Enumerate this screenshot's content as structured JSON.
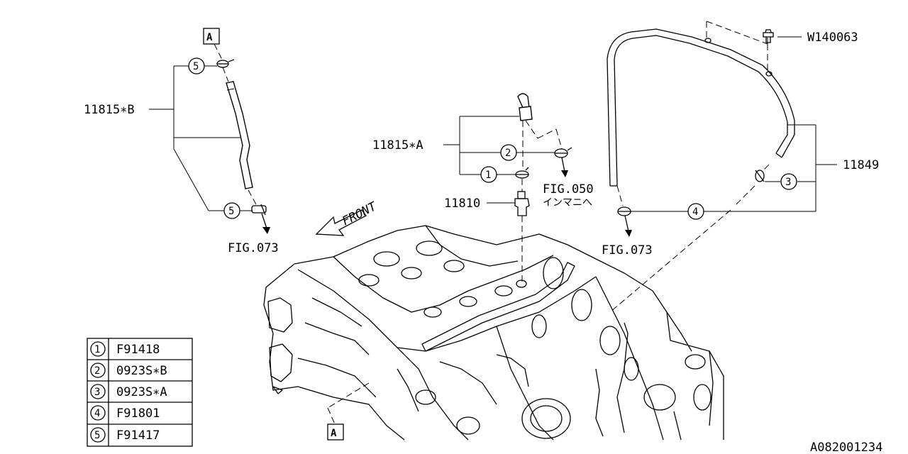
{
  "labels": {
    "part_b": "11815∗B",
    "part_a": "11815∗A",
    "part_11810": "11810",
    "part_11849": "11849",
    "bolt": "W140063",
    "fig073_left": "FIG.073",
    "fig073_right": "FIG.073",
    "fig050": "FIG.050",
    "fig050_sub": "インマニへ",
    "front": "FRONT",
    "ref_a_top": "A",
    "ref_a_bottom": "A",
    "diagram_id": "A082001234"
  },
  "callouts": {
    "c1": "1",
    "c2": "2",
    "c3": "3",
    "c4": "4",
    "c5_top": "5",
    "c5_bottom": "5"
  },
  "legend": [
    {
      "num": "1",
      "part": "F91418"
    },
    {
      "num": "2",
      "part": "0923S∗B"
    },
    {
      "num": "3",
      "part": "0923S∗A"
    },
    {
      "num": "4",
      "part": "F91801"
    },
    {
      "num": "5",
      "part": "F91417"
    }
  ]
}
